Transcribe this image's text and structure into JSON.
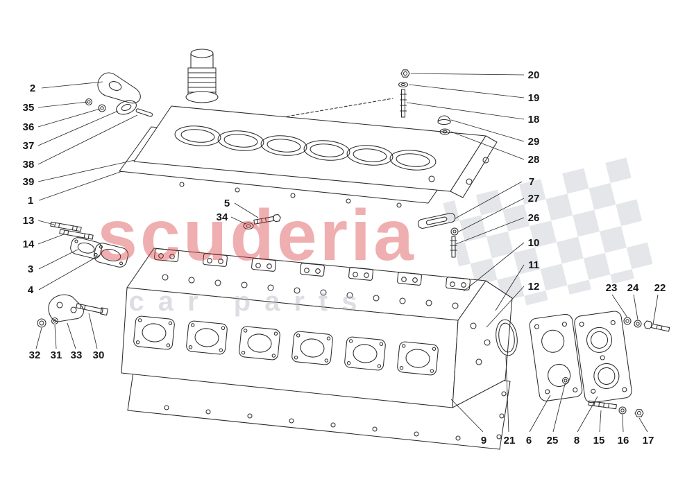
{
  "page": {
    "background": "#ffffff",
    "line_color": "#2b2b2b"
  },
  "watermark": {
    "brand": "scuderia",
    "tagline": "car parts",
    "brand_color": "#d63031",
    "tagline_color": "#b4b8c2",
    "checker_color": "#aab0bb"
  },
  "callouts": [
    {
      "n": "2"
    },
    {
      "n": "35"
    },
    {
      "n": "36"
    },
    {
      "n": "37"
    },
    {
      "n": "38"
    },
    {
      "n": "39"
    },
    {
      "n": "1"
    },
    {
      "n": "13"
    },
    {
      "n": "14"
    },
    {
      "n": "3"
    },
    {
      "n": "4"
    },
    {
      "n": "5"
    },
    {
      "n": "34"
    },
    {
      "n": "20"
    },
    {
      "n": "19"
    },
    {
      "n": "18"
    },
    {
      "n": "29"
    },
    {
      "n": "28"
    },
    {
      "n": "7"
    },
    {
      "n": "27"
    },
    {
      "n": "26"
    },
    {
      "n": "10"
    },
    {
      "n": "11"
    },
    {
      "n": "12"
    },
    {
      "n": "23"
    },
    {
      "n": "24"
    },
    {
      "n": "22"
    },
    {
      "n": "32"
    },
    {
      "n": "31"
    },
    {
      "n": "33"
    },
    {
      "n": "30"
    },
    {
      "n": "9"
    },
    {
      "n": "21"
    },
    {
      "n": "6"
    },
    {
      "n": "25"
    },
    {
      "n": "8"
    },
    {
      "n": "15"
    },
    {
      "n": "16"
    },
    {
      "n": "17"
    }
  ]
}
